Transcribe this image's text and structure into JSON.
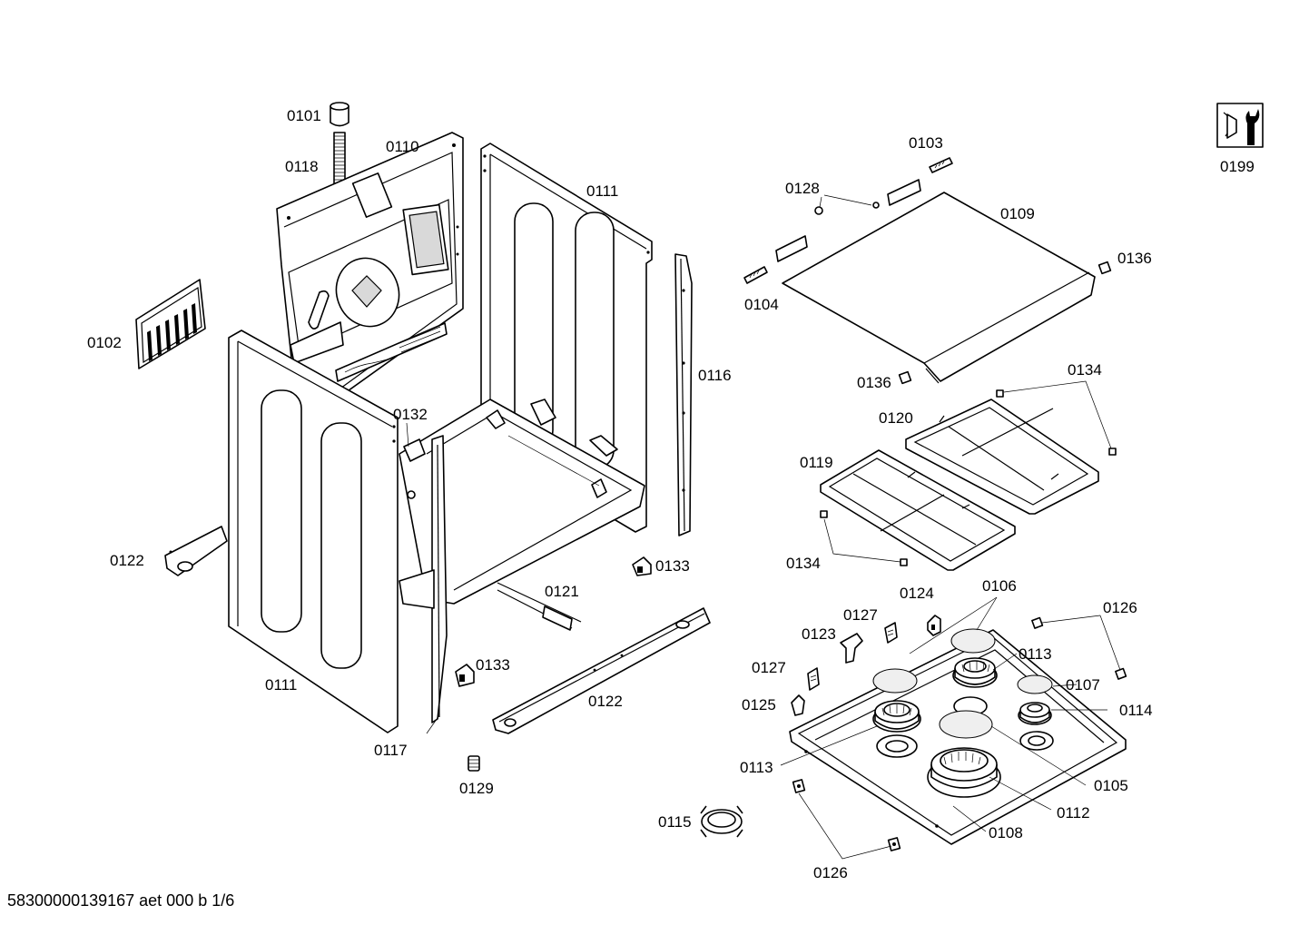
{
  "footer_text": "58300000139167 aet 000 b 1/6",
  "labels": {
    "p0101": "0101",
    "p0118": "0118",
    "p0110": "0110",
    "p0111_back": "0111",
    "p0102": "0102",
    "p0116": "0116",
    "p0132": "0132",
    "p0122_left": "0122",
    "p0111_front": "0111",
    "p0133_upper": "0133",
    "p0121": "0121",
    "p0133_lower": "0133",
    "p0122_right": "0122",
    "p0117": "0117",
    "p0129": "0129",
    "p0115": "0115",
    "p0103": "0103",
    "p0128": "0128",
    "p0109": "0109",
    "p0136_right": "0136",
    "p0104": "0104",
    "p0136_left": "0136",
    "p0134_upper": "0134",
    "p0120": "0120",
    "p0119": "0119",
    "p0134_lower": "0134",
    "p0106": "0106",
    "p0124": "0124",
    "p0127_upper": "0127",
    "p0126_upper": "0126",
    "p0123": "0123",
    "p0113_upper": "0113",
    "p0127_lower": "0127",
    "p0107": "0107",
    "p0125": "0125",
    "p0114": "0114",
    "p0113_lower": "0113",
    "p0105": "0105",
    "p0112": "0112",
    "p0108": "0108",
    "p0126_lower": "0126",
    "p0199": "0199"
  },
  "icons": {
    "service_tool": "wrench-service-icon"
  }
}
